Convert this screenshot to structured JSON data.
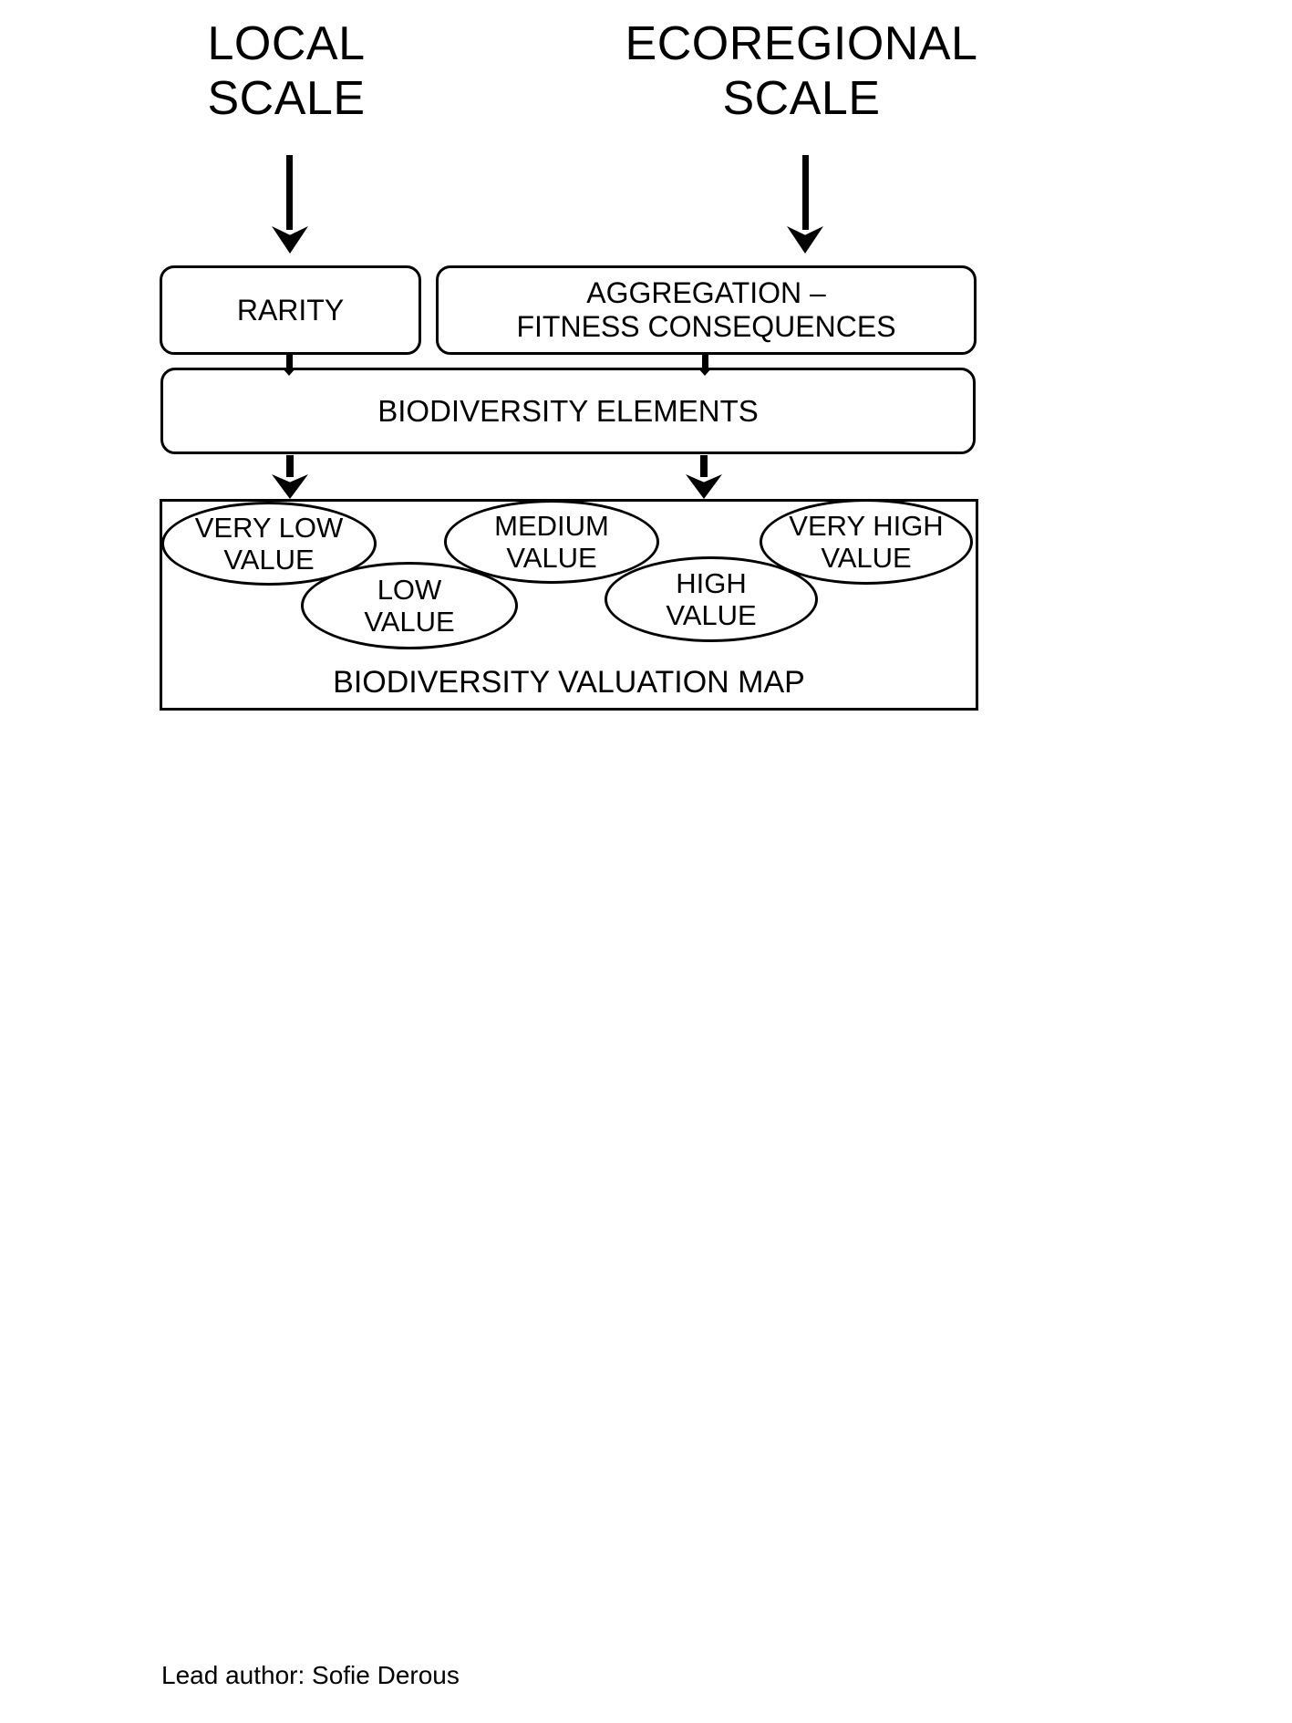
{
  "colors": {
    "ink": "#000000",
    "paper": "#ffffff"
  },
  "headings": {
    "local": {
      "line1": "LOCAL",
      "line2": "SCALE"
    },
    "ecoregional": {
      "line1": "ECOREGIONAL",
      "line2": "SCALE"
    }
  },
  "boxes": {
    "rarity": {
      "label": "RARITY"
    },
    "aggregation": {
      "line1": "AGGREGATION –",
      "line2": "FITNESS CONSEQUENCES"
    },
    "elements": {
      "label": "BIODIVERSITY ELEMENTS"
    },
    "valuation": {
      "label": "BIODIVERSITY VALUATION MAP"
    }
  },
  "ellipses": [
    {
      "id": "very-low-value",
      "line1": "VERY LOW",
      "line2": "VALUE"
    },
    {
      "id": "low-value",
      "line1": "LOW",
      "line2": "VALUE"
    },
    {
      "id": "medium-value",
      "line1": "MEDIUM",
      "line2": "VALUE"
    },
    {
      "id": "high-value",
      "line1": "HIGH",
      "line2": "VALUE"
    },
    {
      "id": "very-high-value",
      "line1": "VERY HIGH",
      "line2": "VALUE"
    }
  ],
  "footer": {
    "credit": "Lead author: Sofie Derous"
  }
}
